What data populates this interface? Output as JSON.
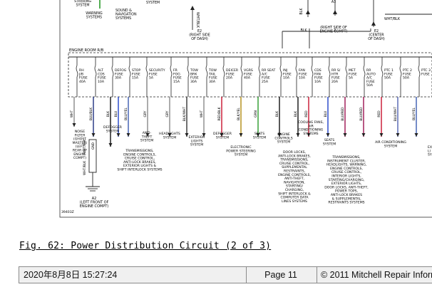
{
  "figure": {
    "caption": "Fig. 62: Power Distribution Circuit (2 of 3)",
    "ref_code": "39403Z",
    "top_labels": [
      {
        "text": "STEERING\nSYSTEM"
      },
      {
        "text": "WARNING\nSYSTEMS"
      },
      {
        "text": "SOUND &\nNAVIGATION\nSYSTEMS"
      },
      {
        "text": "SYSTEM"
      },
      {
        "text": "WHT/BLK"
      },
      {
        "text": "E2\n(RIGHT SIDE\nOF DASH)"
      },
      {
        "text": "BLK"
      },
      {
        "text": "A3"
      },
      {
        "text": "BLK"
      },
      {
        "text": "(RIGHT SIDE OF\nENGINE COMPT)"
      },
      {
        "text": "WHT/BLK"
      },
      {
        "text": "E2\n(CENTER\nOF DASH)"
      }
    ],
    "relay_block": "ENGINE ROOM R/B",
    "fuses": [
      {
        "name": "RH\nJ/B\nFUSE\n40A"
      },
      {
        "name": "ALT\nCDS\nFUSE\n10A"
      },
      {
        "name": "DEFOG\nFUSE\n30A"
      },
      {
        "name": "STOP\nFUSE\n15A"
      },
      {
        "name": "SECURITY\nFUSE\n5A"
      },
      {
        "name": "FR\nFOG\nFUSE\n15A"
      },
      {
        "name": "TOW\nBRK\nFUSE\n30A"
      },
      {
        "name": "TOW\nTAIL\nFUSE\n30A"
      },
      {
        "name": "DEICER\nFUSE\n20A"
      },
      {
        "name": "VGRS\nFUSE\n40A"
      },
      {
        "name": "RR SEAT\nA/C\nFUSE\n25A"
      },
      {
        "name": "INJ\nFUSE\n10A"
      },
      {
        "name": "FAN\nFUSE\n10A"
      },
      {
        "name": "CDS\nFAN\nFUSE\n10A"
      },
      {
        "name": "RR S/\nHTR\nFUSE\n20A"
      },
      {
        "name": "MET\nFUSE\n5A"
      },
      {
        "name": "RR\nAUTO\nA/C\nFUSE\n50A"
      },
      {
        "name": "PTC 1\nFUSE\n50A"
      },
      {
        "name": "PTC 2\nFUSE\n50A"
      },
      {
        "name": "PTC 3\nFUSE"
      }
    ],
    "wires": [
      {
        "color": "WHT"
      },
      {
        "color": "BLU/BLK"
      },
      {
        "color": "BLK"
      },
      {
        "color": "BLU"
      },
      {
        "color": "BLU/YEL"
      },
      {
        "color": "GRY"
      },
      {
        "color": "GRY"
      },
      {
        "color": "BLK/WHT"
      },
      {
        "color": "WHT"
      },
      {
        "color": "RED/BLK"
      },
      {
        "color": "BLK/YEL"
      },
      {
        "color": "GRN"
      },
      {
        "color": "BLK"
      },
      {
        "color": "BLK"
      },
      {
        "color": "RED"
      },
      {
        "color": "BLU"
      },
      {
        "color": "BLU/RED"
      },
      {
        "color": "BLU/RED"
      },
      {
        "color": "RED"
      },
      {
        "color": "BLU/WHT"
      },
      {
        "color": "BLU/YEL"
      }
    ],
    "destinations": [
      {
        "text": "NOISE\nFILTER\n(GHOST\nMASTER)\n(LEFT\nREAR OF\nENGINE\nCOMPT)"
      },
      {
        "text": "DEFOGGER\nSYSTEM"
      },
      {
        "text": "TRANSMISSIONS,\nENGINE CONTROLS,\nCRUISE CONTROL,\nANTI-LOCK BRAKES,\nEXTERIOR LIGHTS &\nSHIFT INTERLOCK SYSTEMS"
      },
      {
        "text": "ANTI-\nTHEFT\nSYSTEM"
      },
      {
        "text": "HEADLIGHTS\nSYSTEM"
      },
      {
        "text": "EXTERIOR\nLIGHTS\nSYSTEM"
      },
      {
        "text": "DEFOGGER\nSYSTEM"
      },
      {
        "text": "ELECTRONIC\nPOWER STEERING\nSYSTEM"
      },
      {
        "text": "SEATS\nSYSTEM"
      },
      {
        "text": "ENGINE\nCONTROLS\nSYSTEM"
      },
      {
        "text": "DOOR LOCKS,\nANTI-LOCK BRAKES,\nTRANSMISSIONS,\nCRUISE CONTROL,\nSUPPLEMENTAL\nRESTRAINTS,\nENGINE CONTROLS,\nANTI-THEFT,\nNAVIGATION,\nSTARTING/\nCHARGING,\nSHIFT INTERLOCK &\nCOMPUTER DATA\nLINES SYSTEMS"
      },
      {
        "text": "COOLING FANS,\nAIR\nCONDITIONING\nSYSTEMS"
      },
      {
        "text": "SEATS\nSYSTEM"
      },
      {
        "text": "TRANSMISSIONS,\nINSTRUMENT CLUSTER,\nHEADLIGHTS, WARNING,\nENGINE CONTROLS,\nCRUISE CONTROL,\nINTERIOR LIGHTS,\nSTARTING/CHARGING,\nEXTERIOR LIGHTS,\nDOOR LOCKS, ANTI-THEFT,\nPOWER TOPS,\nANTI-LOCK BRAKES\n& SUPPLEMENTAL\nRESTRAINTS SYSTEMS"
      },
      {
        "text": "AIR CONDITIONING\nSYSTEM"
      },
      {
        "text": "EX\nLI\nSY"
      }
    ],
    "ground": {
      "wire": "WHT/\nBLK",
      "wire2": "WHT/\nBLK",
      "wire3": "GND",
      "label": "A2\n(LEFT FRONT OF\nENGINE COMPT)"
    }
  },
  "footer": {
    "datetime": "2020年8月8日  15:27:24",
    "page": "Page 11",
    "copyright": "© 2011 Mitchell Repair Information"
  }
}
